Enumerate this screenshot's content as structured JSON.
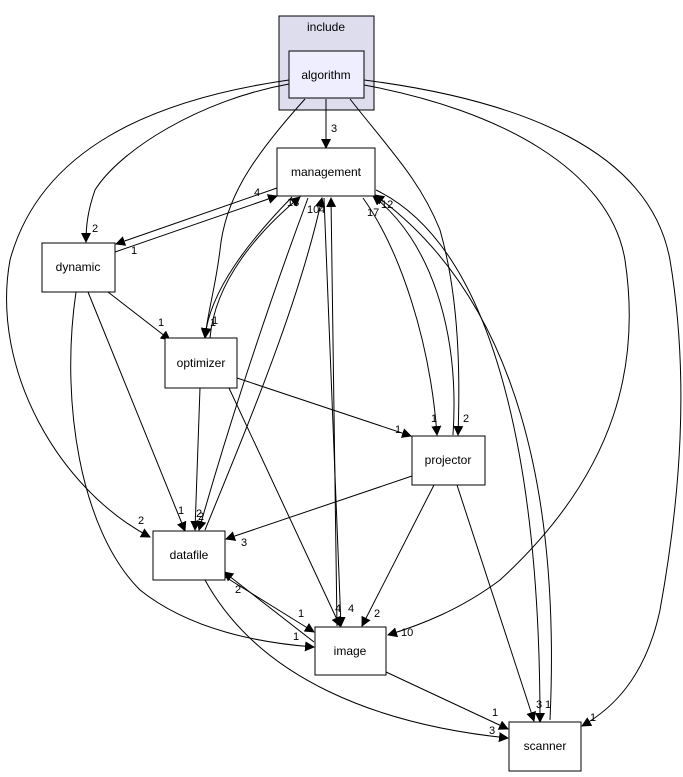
{
  "cluster": {
    "label": "include"
  },
  "nodes": {
    "algorithm": "algorithm",
    "management": "management",
    "dynamic": "dynamic",
    "optimizer": "optimizer",
    "projector": "projector",
    "datafile": "datafile",
    "image": "image",
    "scanner": "scanner"
  },
  "edge_counts": {
    "alg_management": "3",
    "alg_dynamic": "2",
    "alg_optimizer": "1",
    "alg_projector": "2",
    "alg_datafile": "2",
    "alg_image": "10",
    "alg_scanner": "1",
    "dyn_management": "4",
    "mgmt_dynamic": "1",
    "dyn_optimizer": "1",
    "dyn_datafile": "1",
    "dyn_image": "1",
    "opt_management": "13",
    "mgmt_optimizer": "1",
    "opt_datafile": "2",
    "opt_projector": "1",
    "opt_image": "4",
    "datafile_management": "4",
    "mgmt_datafile": "2",
    "datafile_image": "1",
    "image_datafile": "2",
    "datafile_scanner": "3",
    "image_management": "10",
    "mgmt_image": "4",
    "mgmt_projector": "1",
    "projector_management": "17",
    "scanner_management": "12",
    "mgmt_scanner": "3",
    "projector_datafile": "3",
    "projector_image": "2",
    "projector_scanner": "1",
    "image_scanner": "1",
    "scanner_mgmt_1": "1"
  }
}
